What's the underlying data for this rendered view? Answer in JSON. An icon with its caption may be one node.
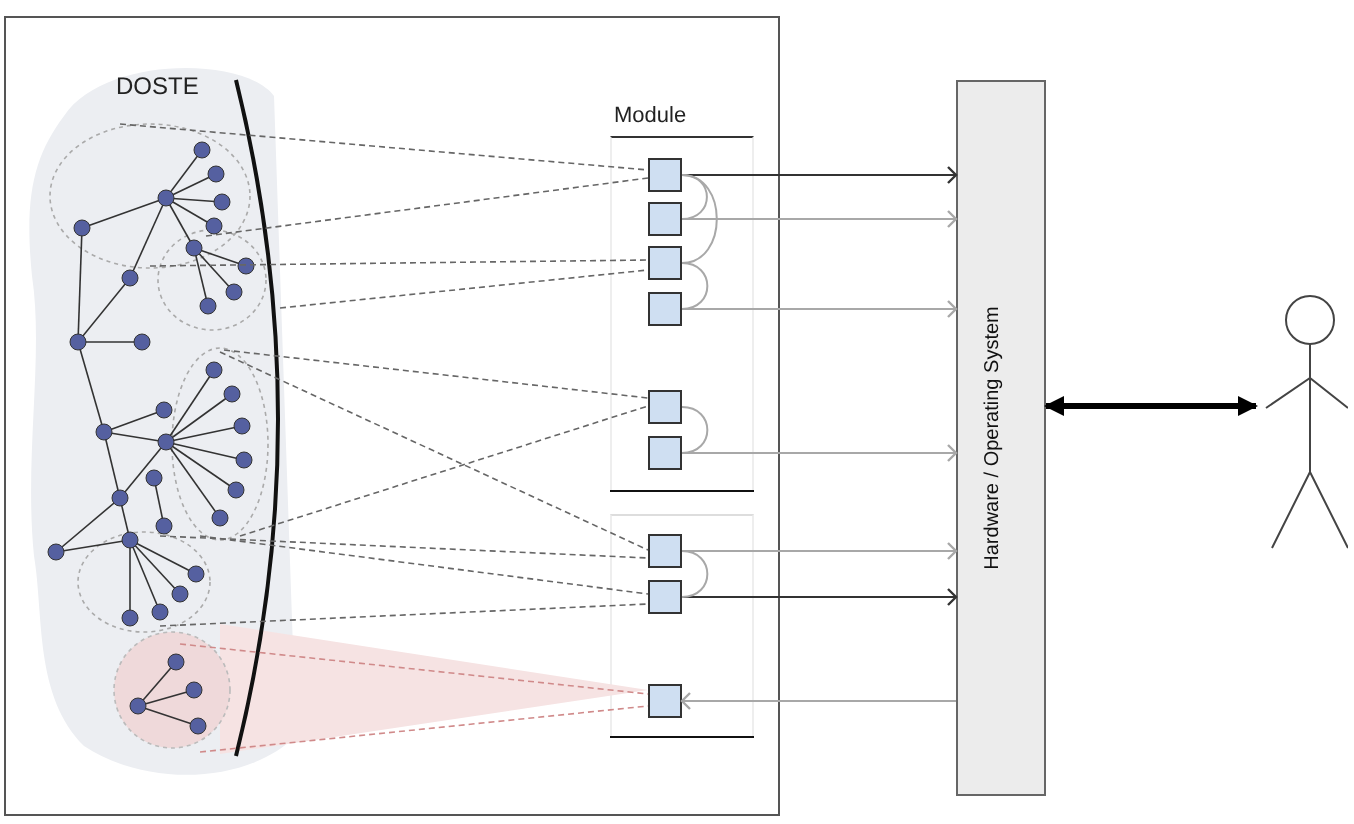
{
  "diagram": {
    "nodes": [
      {
        "text": [
          "DOSTE"
        ]
      },
      {
        "text": [
          "Module"
        ]
      },
      {
        "text": [],
        "shape": "box"
      },
      {
        "text": [],
        "shape": "box",
        "in": 1
      },
      {
        "text": [],
        "shape": "box",
        "in": 1
      },
      {
        "text": [],
        "shape": "box",
        "in": 1
      },
      {
        "text": [],
        "shape": "box",
        "in": 1
      },
      {
        "text": [],
        "shape": "box",
        "in": 1
      },
      {
        "text": [],
        "shape": "box",
        "in": 1
      },
      {
        "text": [],
        "shape": "box",
        "in": 2
      },
      {
        "text": [],
        "shape": "box",
        "in": 2
      },
      {
        "text": [],
        "shape": "box",
        "in": 2
      },
      {
        "text": [
          "Hardware / Operating System"
        ]
      },
      {
        "text": [],
        "shape": "person"
      }
    ],
    "edges": [
      {
        "from": 3,
        "to": 12,
        "arrow": "to",
        "color": "#333333"
      },
      {
        "from": 4,
        "to": 12,
        "arrow": "to"
      },
      {
        "from": 6,
        "to": 12,
        "arrow": "to"
      },
      {
        "from": 8,
        "to": 12,
        "arrow": "to"
      },
      {
        "from": 9,
        "to": 12,
        "arrow": "to"
      },
      {
        "from": 10,
        "to": 12,
        "arrow": "to",
        "color": "#333333"
      },
      {
        "from": 12,
        "to": 11,
        "arrow": "to"
      },
      {
        "from": 3,
        "to": 4,
        "arrow": "none"
      },
      {
        "from": 3,
        "to": 5,
        "arrow": "none"
      },
      {
        "from": 5,
        "to": 6,
        "arrow": "none"
      },
      {
        "from": 7,
        "to": 8,
        "arrow": "none"
      },
      {
        "from": 9,
        "to": 10,
        "arrow": "none"
      },
      {
        "from": 12,
        "to": 13,
        "arrow": "both",
        "style": "thick",
        "color": "#000000"
      },
      {
        "from": 0,
        "to": 3,
        "arrow": "none",
        "style": "dashed",
        "color": "#666666"
      },
      {
        "from": 0,
        "to": 3,
        "arrow": "none",
        "style": "dashed",
        "color": "#666666"
      },
      {
        "from": 0,
        "to": 5,
        "arrow": "none",
        "style": "dashed",
        "color": "#666666"
      },
      {
        "from": 0,
        "to": 5,
        "arrow": "none",
        "style": "dashed",
        "color": "#666666"
      },
      {
        "from": 0,
        "to": 7,
        "arrow": "none",
        "style": "dashed",
        "color": "#666666"
      },
      {
        "from": 0,
        "to": 9,
        "arrow": "none",
        "style": "dashed",
        "color": "#666666"
      },
      {
        "from": 0,
        "to": 7,
        "arrow": "none",
        "style": "dashed",
        "color": "#666666"
      },
      {
        "from": 0,
        "to": 9,
        "arrow": "none",
        "style": "dashed",
        "color": "#666666"
      },
      {
        "from": 0,
        "to": 10,
        "arrow": "none",
        "style": "dashed",
        "color": "#666666"
      },
      {
        "from": 0,
        "to": 10,
        "arrow": "none",
        "style": "dashed",
        "color": "#666666"
      },
      {
        "from": 0,
        "to": 11,
        "arrow": "none",
        "style": "dashed",
        "color": "#d08a8a"
      },
      {
        "from": 0,
        "to": 11,
        "arrow": "none",
        "style": "dashed",
        "color": "#d08a8a"
      }
    ]
  }
}
